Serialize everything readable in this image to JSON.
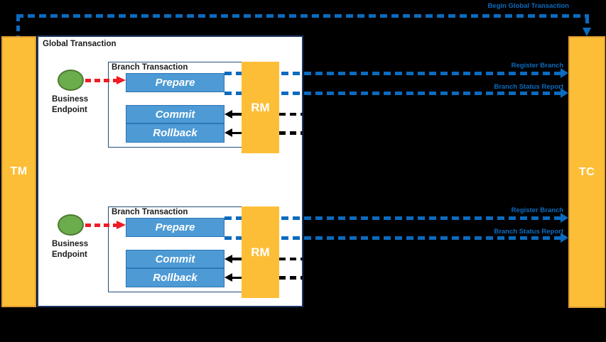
{
  "colors": {
    "background": "#000000",
    "actor_orange": "#FDBE37",
    "actor_orange_border": "#DD9F33",
    "action_blue": "#4D9AD5",
    "action_blue_border": "#2E75B6",
    "branch_border_blue": "#1F4E79",
    "global_border_navy": "#1F3864",
    "endpoint_green": "#6BAC4D",
    "endpoint_green_border": "#4F7B32",
    "message_blue": "#0B6BBF",
    "invoke_red": "#EE1C25",
    "phase_two_black": "#000000"
  },
  "nodes": {
    "tm": "TM",
    "tc": "TC",
    "global_title": "Global Transaction"
  },
  "messages": {
    "begin": "Begin Global Transaction"
  },
  "branches": [
    {
      "title": "Branch Transaction",
      "endpoint": {
        "line1": "Business",
        "line2": "Endpoint"
      },
      "actions": {
        "prepare": "Prepare",
        "commit": "Commit",
        "rollback": "Rollback"
      },
      "rm": "RM",
      "messages": {
        "register": "Register Branch",
        "status": "Branch Status Report"
      }
    },
    {
      "title": "Branch Transaction",
      "endpoint": {
        "line1": "Business",
        "line2": "Endpoint"
      },
      "actions": {
        "prepare": "Prepare",
        "commit": "Commit",
        "rollback": "Rollback"
      },
      "rm": "RM",
      "messages": {
        "register": "Register Branch",
        "status": "Branch Status Report"
      }
    }
  ]
}
